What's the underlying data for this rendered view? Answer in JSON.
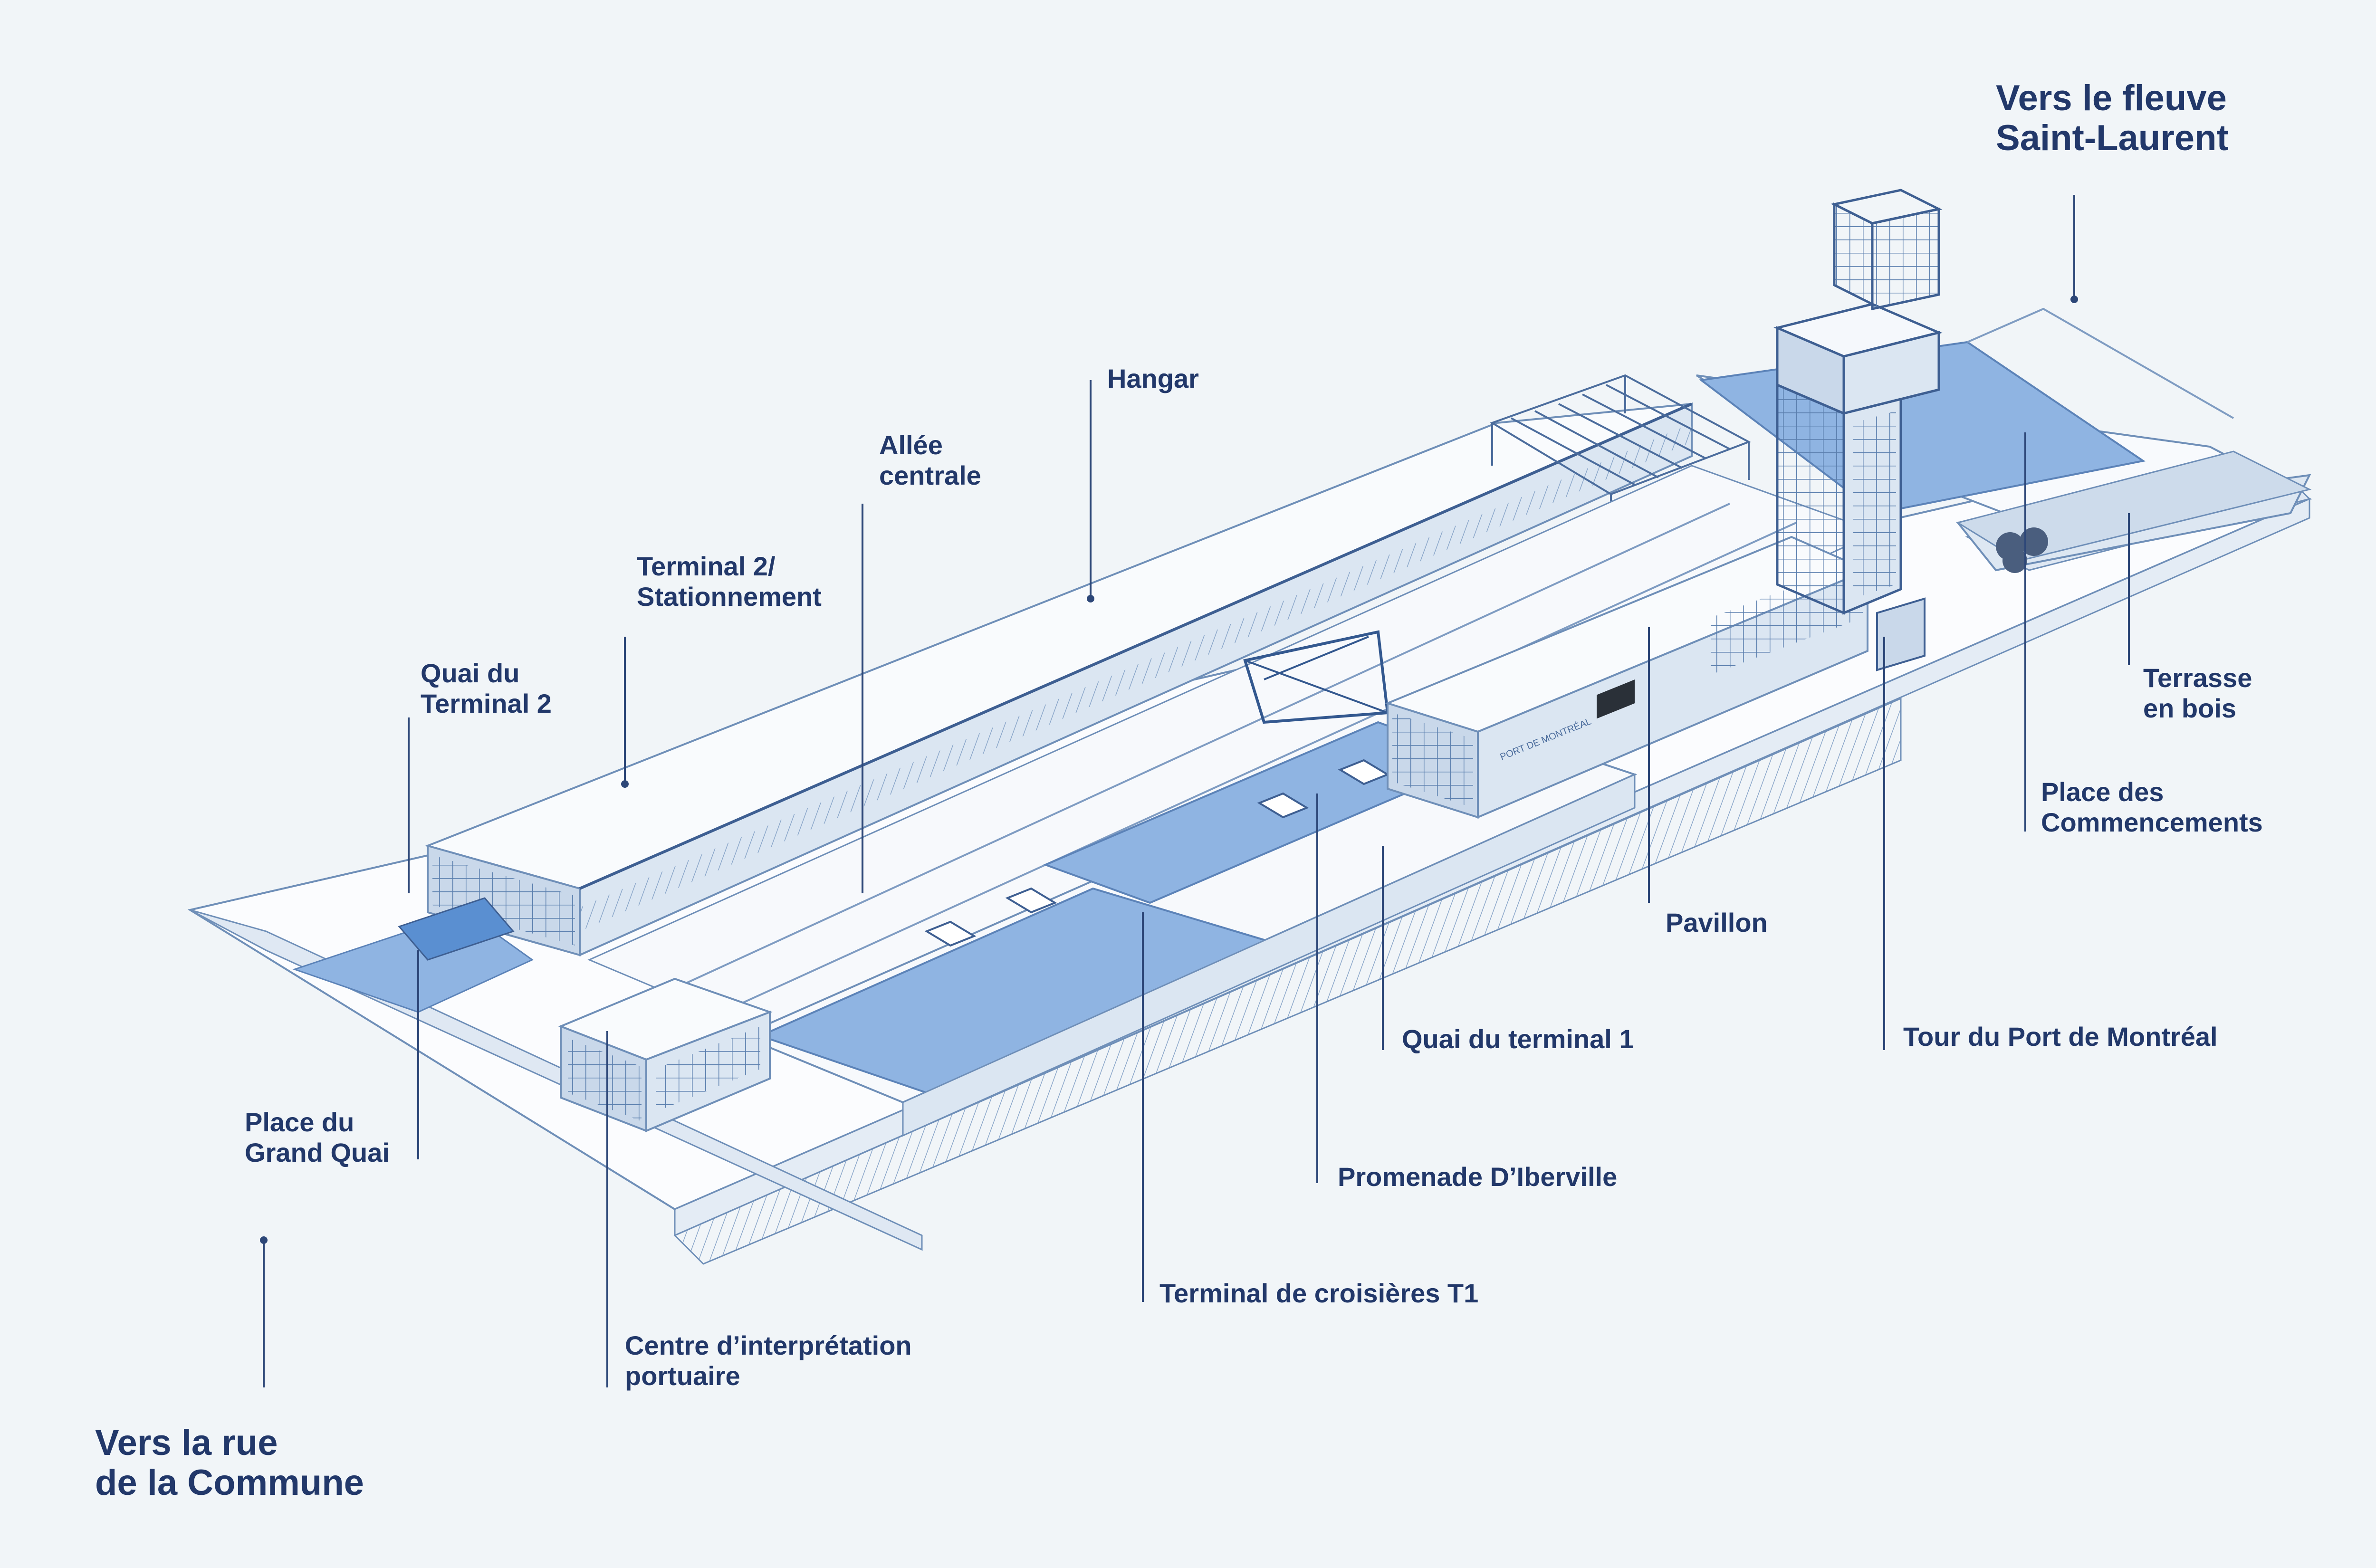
{
  "colors": {
    "background": "#f1f5f8",
    "label_text": "#22386a",
    "leader_line": "#2d4778",
    "structure_stroke": "#6f8fb8",
    "structure_fill": "#fbfcfe",
    "water_fill": "#8fb4e2",
    "accent_fill": "#5a8fd1"
  },
  "directions": {
    "river": [
      "Vers le fleuve",
      "Saint-Laurent"
    ],
    "street": [
      "Vers la rue",
      "de la Commune"
    ]
  },
  "labels": {
    "hangar": [
      "Hangar"
    ],
    "allee_centrale": [
      "Allée",
      "centrale"
    ],
    "terminal2_stationnement": [
      "Terminal 2/",
      "Stationnement"
    ],
    "quai_terminal2": [
      "Quai du",
      "Terminal 2"
    ],
    "place_grand_quai": [
      "Place du",
      "Grand Quai"
    ],
    "centre_interpretation": [
      "Centre d’interprétation",
      "portuaire"
    ],
    "terminal_croisieres": [
      "Terminal de croisières T1"
    ],
    "promenade_diberville": [
      "Promenade D’Iberville"
    ],
    "quai_terminal1": [
      "Quai du terminal 1"
    ],
    "pavillon": [
      "Pavillon"
    ],
    "tour_port": [
      "Tour du Port de Montréal"
    ],
    "place_commencements": [
      "Place des",
      "Commencements"
    ],
    "terrasse_bois": [
      "Terrasse",
      "en bois"
    ]
  },
  "signage": "PORT DE MONTRÉAL"
}
